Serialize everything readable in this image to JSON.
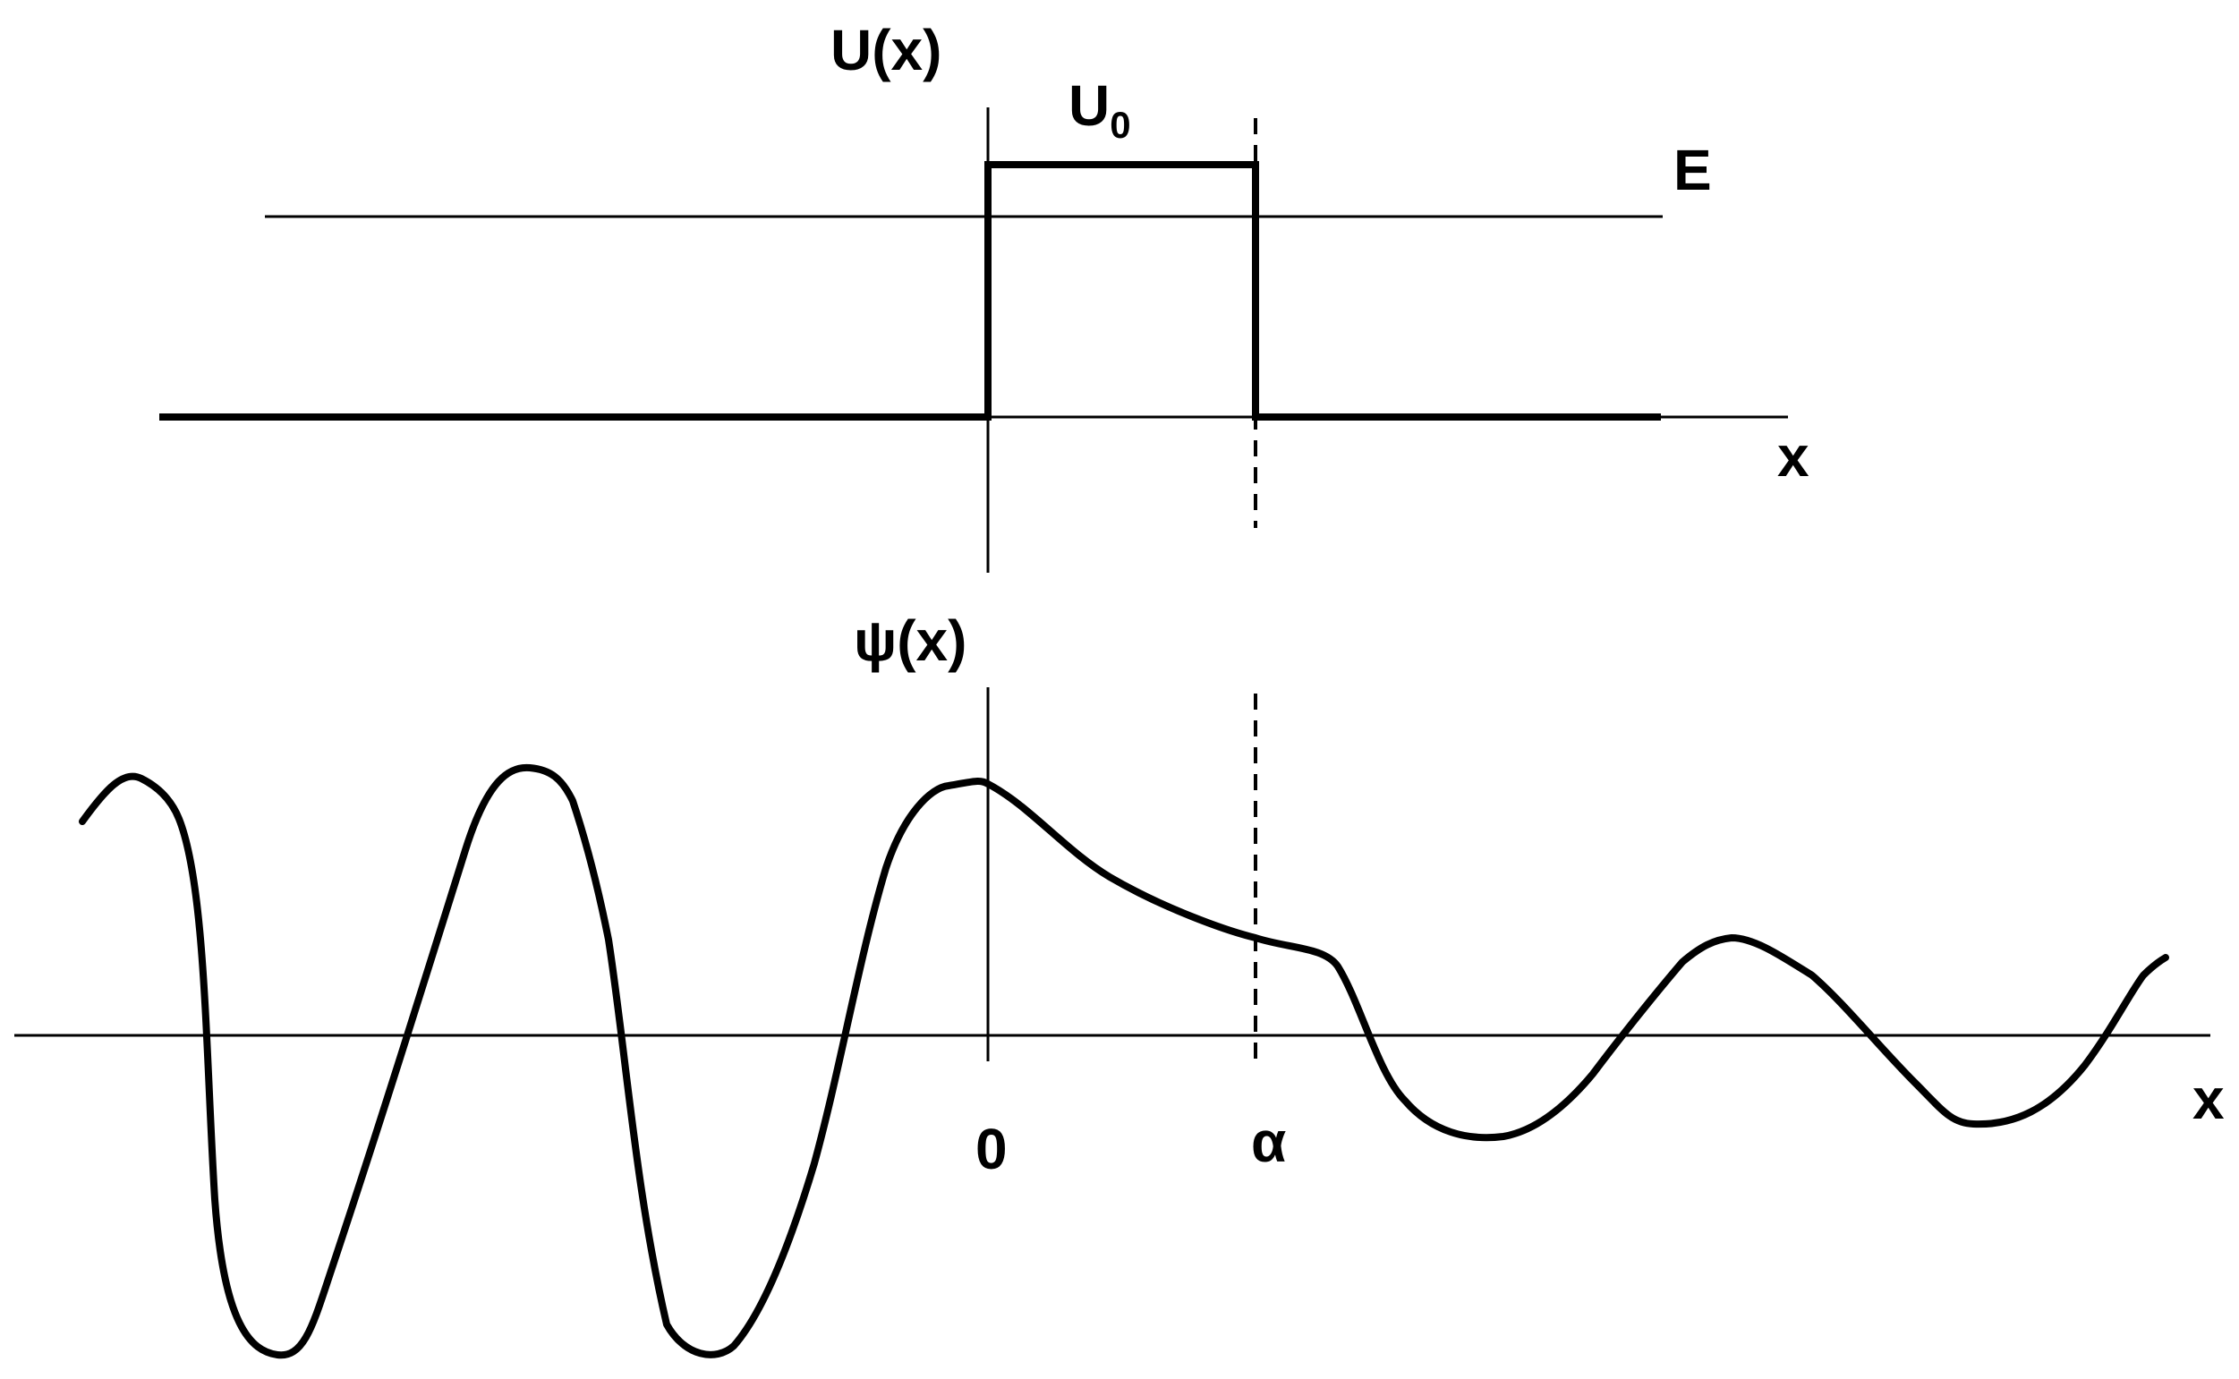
{
  "top_panel": {
    "y_axis_label": "U(x)",
    "barrier_label_main": "U",
    "barrier_label_sub": "0",
    "energy_label": "E",
    "x_axis_label": "x"
  },
  "bottom_panel": {
    "y_axis_label": "ψ(x)",
    "x_axis_label": "x",
    "tick_origin": "0",
    "tick_barrier_end": "α"
  },
  "colors": {
    "ink": "#000000",
    "background": "#ffffff"
  }
}
